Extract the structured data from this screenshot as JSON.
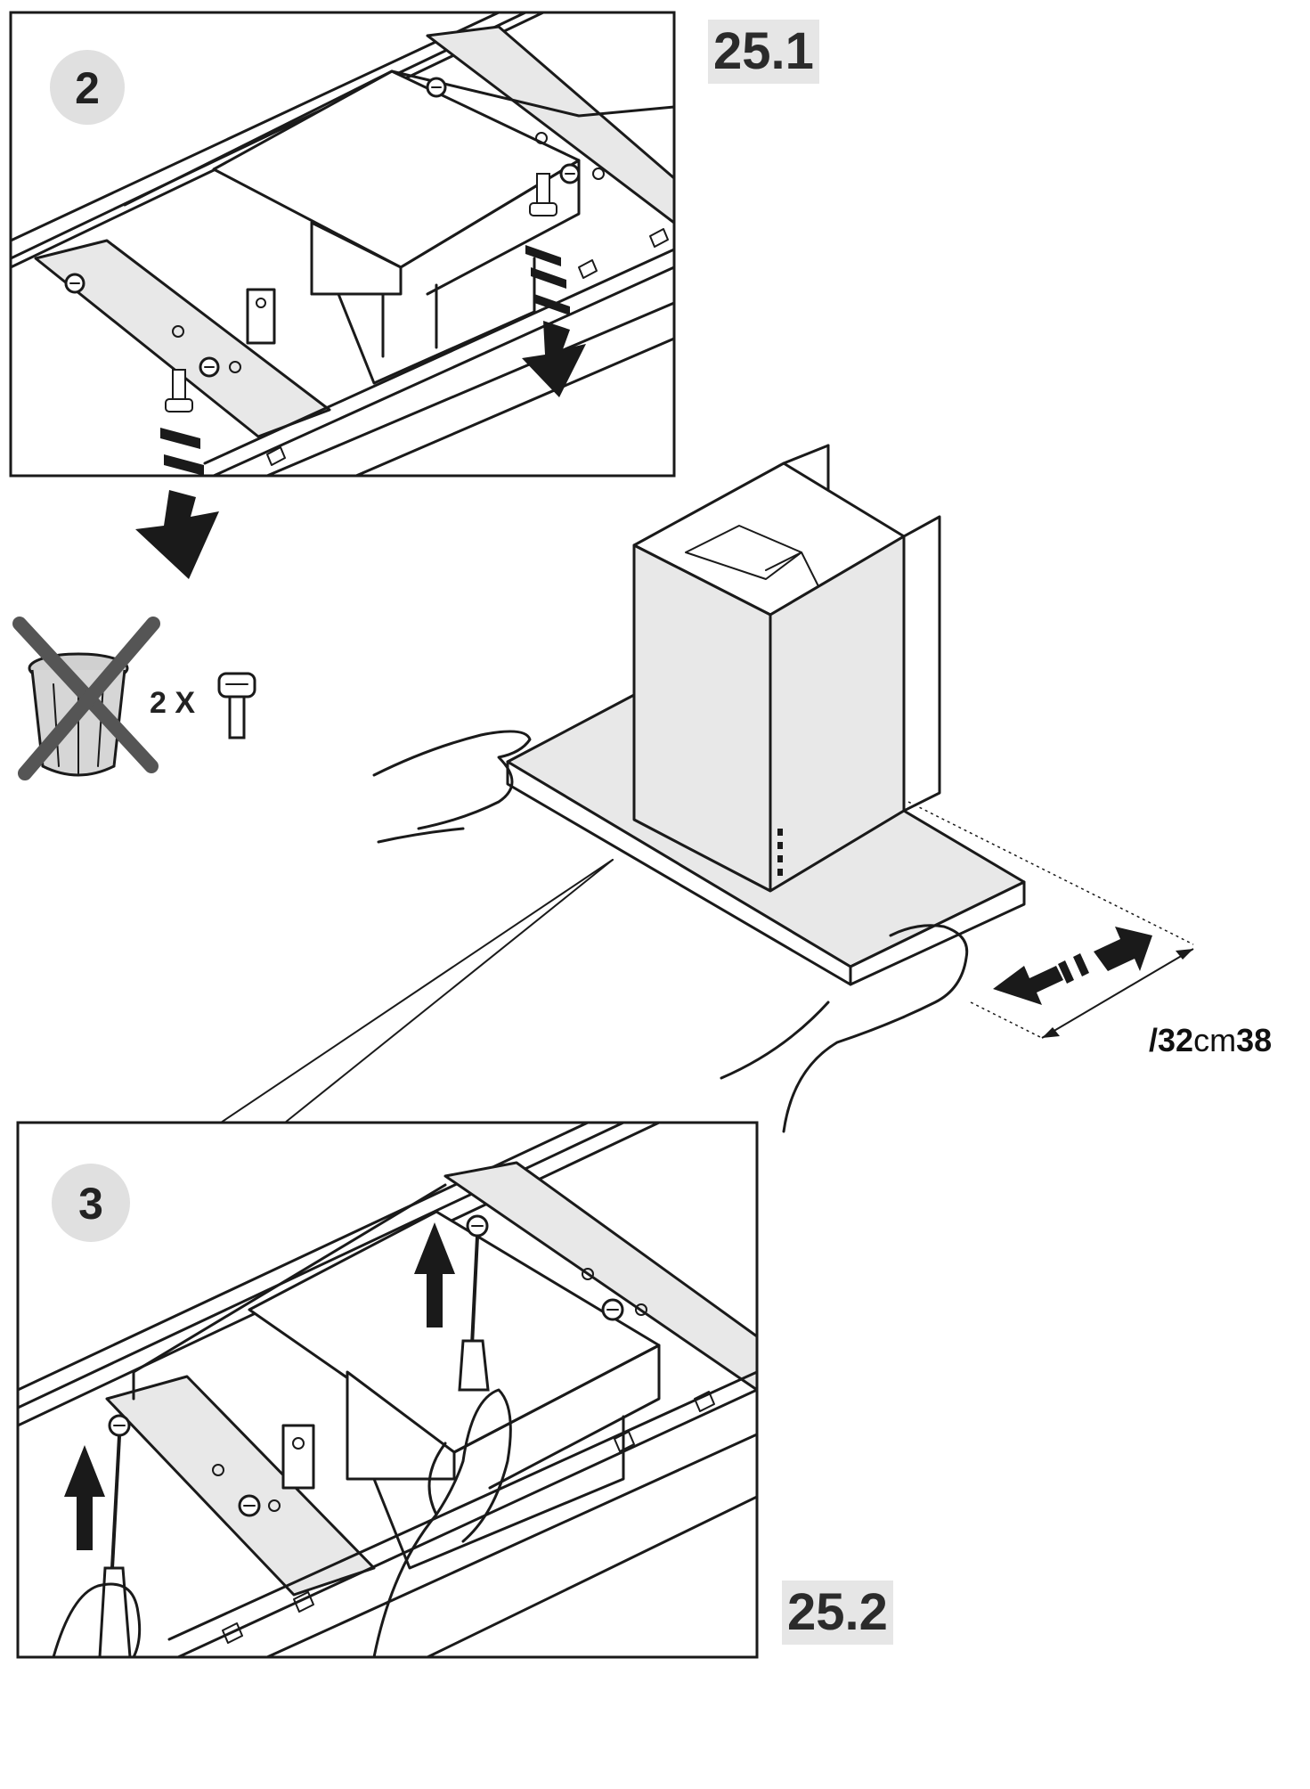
{
  "figures": [
    {
      "label": "25.1"
    },
    {
      "label": "25.2"
    }
  ],
  "steps": [
    {
      "number": "2"
    },
    {
      "number": "3"
    }
  ],
  "discard_note": {
    "quantity": "2 X",
    "icon": "trash-can-crossed-icon",
    "part_icon": "screw-icon"
  },
  "dimension": {
    "prefix": "/",
    "min": "32",
    "unit": "cm",
    "max": "38"
  },
  "colors": {
    "panel_gray": "#e8e8e8",
    "label_bg": "#e6e6e6",
    "line": "#1a1a1a"
  }
}
